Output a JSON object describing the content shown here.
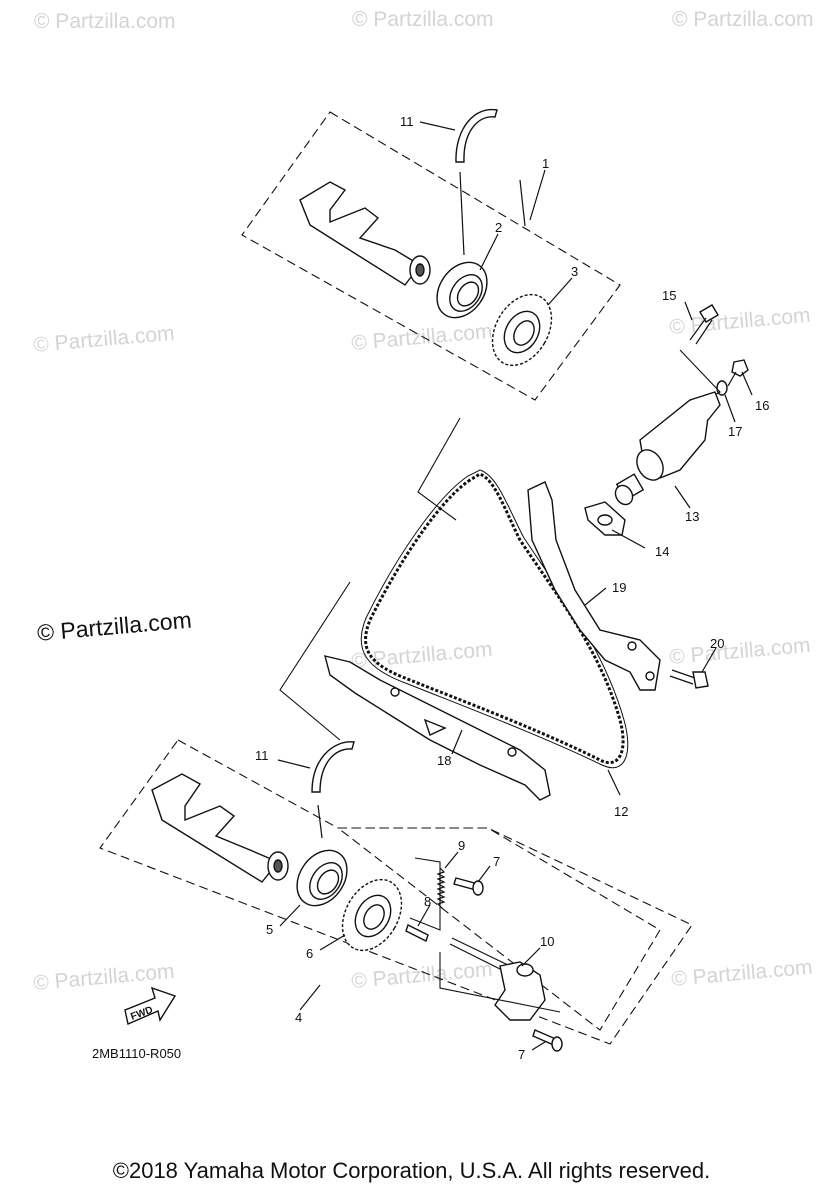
{
  "watermark": "© Partzilla.com",
  "watermark_main": "© Partzilla.com",
  "diagram_code": "2MB1110-R050",
  "fwd_label": "FWD",
  "copyright": "©2018  Yamaha Motor Corporation, U.S.A. All rights reserved.",
  "callouts": {
    "c1": "1",
    "c2": "2",
    "c3": "3",
    "c4": "4",
    "c5": "5",
    "c6": "6",
    "c7a": "7",
    "c7b": "7",
    "c8": "8",
    "c9": "9",
    "c10": "10",
    "c11a": "11",
    "c11b": "11",
    "c12": "12",
    "c13": "13",
    "c14": "14",
    "c15": "15",
    "c16": "16",
    "c17": "17",
    "c18": "18",
    "c19": "19",
    "c20": "20"
  },
  "colors": {
    "line": "#111111",
    "watermark": "#d4d4d4",
    "background": "#ffffff"
  }
}
